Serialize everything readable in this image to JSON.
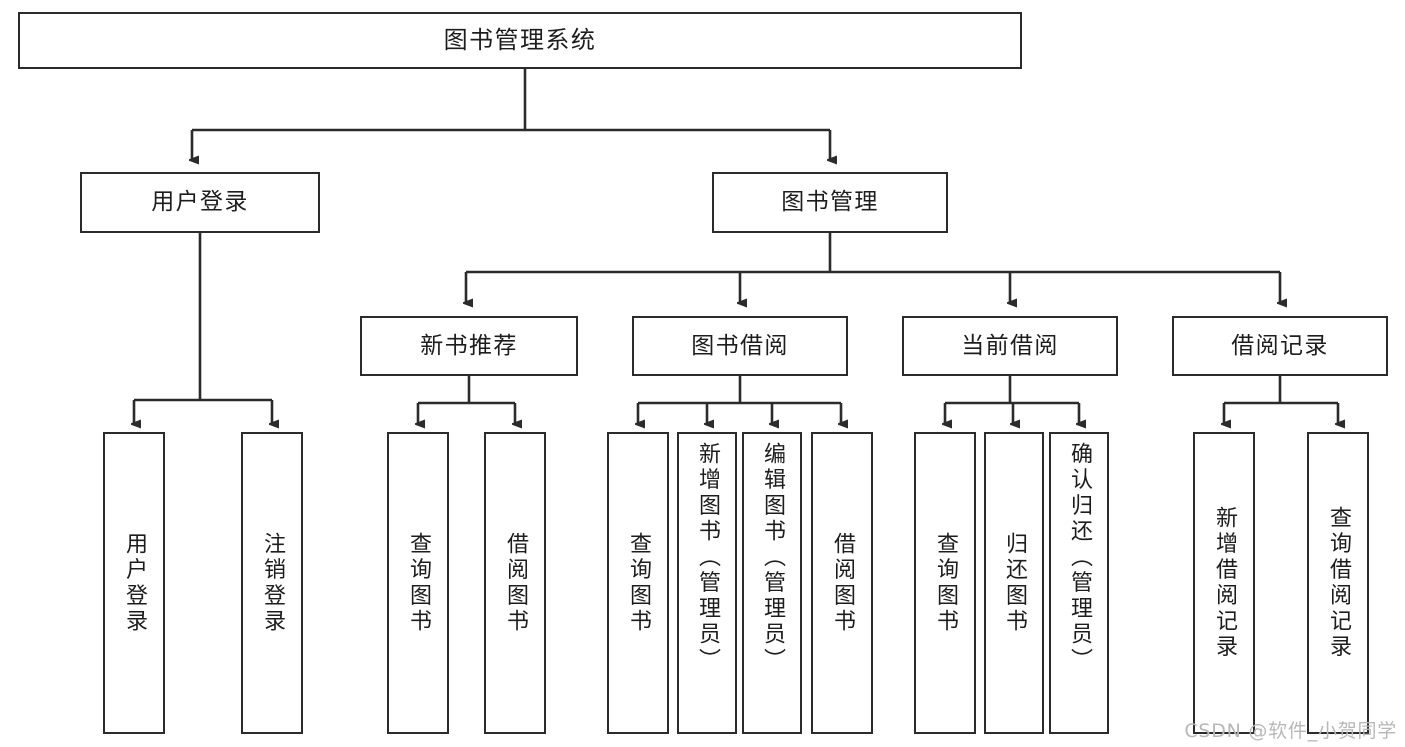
{
  "diagram": {
    "title": "图书管理系统",
    "type": "tree",
    "line_color": "#2b2b2b",
    "box_fill": "#ffffff",
    "text_color": "#1d1d1d",
    "levels": [
      {
        "level": 1,
        "nodes": [
          {
            "id": "root",
            "label": "图书管理系统",
            "orientation": "horizontal"
          }
        ]
      },
      {
        "level": 2,
        "nodes": [
          {
            "id": "login",
            "label": "用户登录",
            "orientation": "horizontal",
            "parent": "root"
          },
          {
            "id": "bookmgmt",
            "label": "图书管理",
            "orientation": "horizontal",
            "parent": "root"
          }
        ]
      },
      {
        "level": 3,
        "nodes": [
          {
            "id": "newbook",
            "label": "新书推荐",
            "orientation": "horizontal",
            "parent": "bookmgmt"
          },
          {
            "id": "borrow",
            "label": "图书借阅",
            "orientation": "horizontal",
            "parent": "bookmgmt"
          },
          {
            "id": "current",
            "label": "当前借阅",
            "orientation": "horizontal",
            "parent": "bookmgmt"
          },
          {
            "id": "records",
            "label": "借阅记录",
            "orientation": "horizontal",
            "parent": "bookmgmt"
          }
        ]
      },
      {
        "level": 4,
        "nodes": [
          {
            "id": "leaf-user-login",
            "label": "用户登录",
            "orientation": "vertical",
            "parent": "login"
          },
          {
            "id": "leaf-user-logout",
            "label": "注销登录",
            "orientation": "vertical",
            "parent": "login"
          },
          {
            "id": "leaf-query-new",
            "label": "查询图书",
            "orientation": "vertical",
            "parent": "newbook"
          },
          {
            "id": "leaf-borrow-new",
            "label": "借阅图书",
            "orientation": "vertical",
            "parent": "newbook"
          },
          {
            "id": "leaf-query-book",
            "label": "查询图书",
            "orientation": "vertical",
            "parent": "borrow"
          },
          {
            "id": "leaf-add-book",
            "label": "新增图书（管理员）",
            "orientation": "vertical",
            "parent": "borrow"
          },
          {
            "id": "leaf-edit-book",
            "label": "编辑图书（管理员）",
            "orientation": "vertical",
            "parent": "borrow"
          },
          {
            "id": "leaf-borrow-book",
            "label": "借阅图书",
            "orientation": "vertical",
            "parent": "borrow"
          },
          {
            "id": "leaf-query-cur",
            "label": "查询图书",
            "orientation": "vertical",
            "parent": "current"
          },
          {
            "id": "leaf-return-book",
            "label": "归还图书",
            "orientation": "vertical",
            "parent": "current"
          },
          {
            "id": "leaf-confirm-ret",
            "label": "确认归还（管理员）",
            "orientation": "vertical",
            "parent": "current"
          },
          {
            "id": "leaf-add-record",
            "label": "新增借阅记录",
            "orientation": "vertical",
            "parent": "records"
          },
          {
            "id": "leaf-query-record",
            "label": "查询借阅记录",
            "orientation": "vertical",
            "parent": "records"
          }
        ]
      }
    ]
  },
  "watermark": {
    "text": "CSDN @软件_小贺同学"
  }
}
